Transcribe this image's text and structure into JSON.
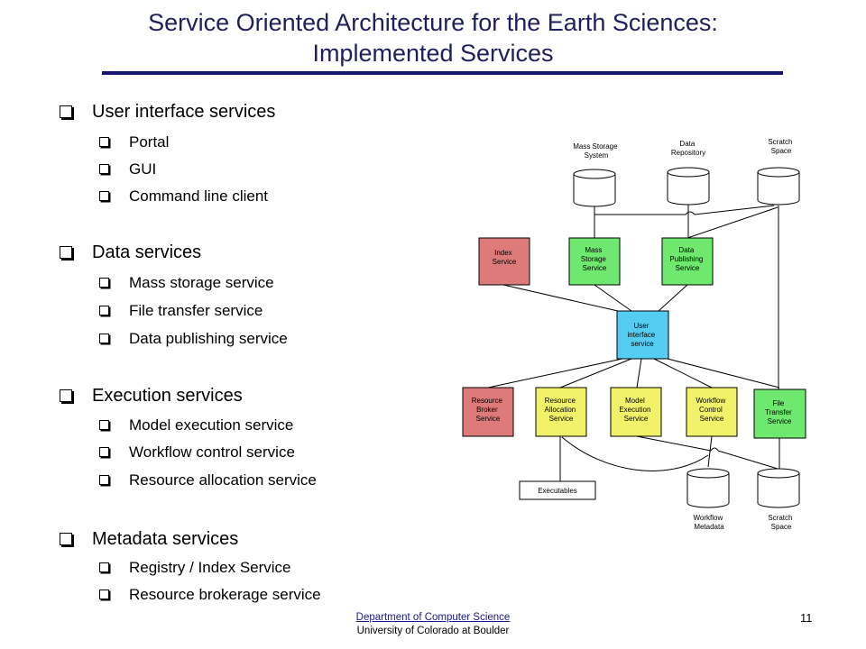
{
  "title": {
    "line1": "Service Oriented Architecture for the Earth Sciences:",
    "line2": "Implemented Services"
  },
  "sections": [
    {
      "label": "User interface services",
      "items": [
        "Portal",
        "GUI",
        "Command line client"
      ]
    },
    {
      "label": "Data services",
      "items": [
        "Mass storage service",
        "File transfer service",
        "Data publishing service"
      ]
    },
    {
      "label": "Execution services",
      "items": [
        "Model execution service",
        "Workflow control service",
        "Resource allocation service"
      ]
    },
    {
      "label": "Metadata services",
      "items": [
        "Registry / Index Service",
        "Resource brokerage service"
      ]
    }
  ],
  "diagram": {
    "storage_labels": {
      "mass_storage_system": [
        "Mass Storage",
        "System"
      ],
      "data_repository": [
        "Data",
        "Repository"
      ],
      "scratch_space_top": [
        "Scratch",
        "Space"
      ],
      "workflow_metadata": [
        "Workflow",
        "Metadata"
      ],
      "scratch_space_bottom": [
        "Scratch",
        "Space"
      ]
    },
    "services": {
      "index_service": [
        "Index",
        "Service"
      ],
      "mass_storage_service": [
        "Mass",
        "Storage",
        "Service"
      ],
      "data_publishing_service": [
        "Data",
        "Publishing",
        "Service"
      ],
      "user_interface_service": [
        "User",
        "interface",
        "service"
      ],
      "resource_broker_service": [
        "Resource",
        "Broker",
        "Service"
      ],
      "resource_allocation_service": [
        "Resource",
        "Allocation",
        "Service"
      ],
      "model_execution_service": [
        "Model",
        "Execution",
        "Service"
      ],
      "workflow_control_service": [
        "Workflow",
        "Control",
        "Service"
      ],
      "file_transfer_service": [
        "File",
        "Transfer",
        "Service"
      ]
    },
    "executables_label": "Executables",
    "colors": {
      "red": "#de7a7a",
      "green": "#6ee86e",
      "blue": "#55ccf2",
      "yellow": "#f2f26a"
    }
  },
  "footer": {
    "dept": "Department of Computer Science",
    "univ": "University of Colorado at Boulder",
    "page": "11"
  }
}
